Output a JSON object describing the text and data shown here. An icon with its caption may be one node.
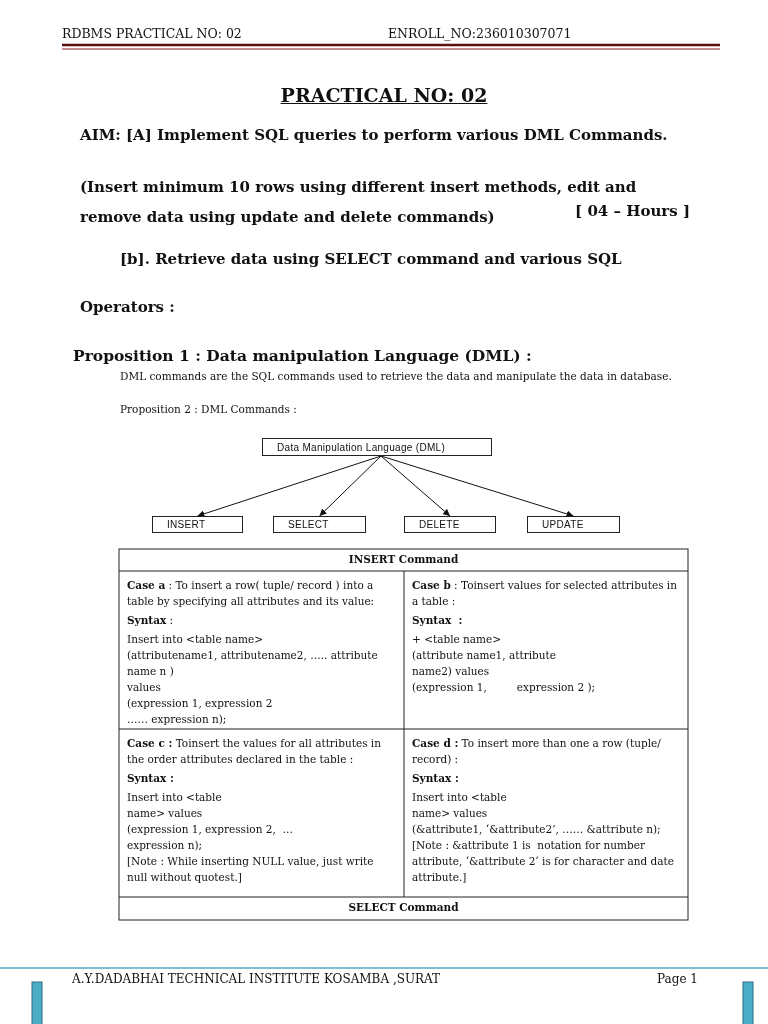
{
  "diagram": {
    "title": "PRACTICAL NO: 02",
    "nodes": [
      {
        "text": [
          "Data Manipulation Language (DML)"
        ]
      },
      {
        "text": [
          "INSERT"
        ]
      },
      {
        "text": [
          "SELECT"
        ]
      },
      {
        "text": [
          "DELETE"
        ]
      },
      {
        "text": [
          "UPDATE"
        ]
      }
    ],
    "edges": [
      {
        "from": 0,
        "to": 1,
        "arrow": "to"
      },
      {
        "from": 0,
        "to": 2,
        "arrow": "to"
      },
      {
        "from": 0,
        "to": 3,
        "arrow": "to"
      },
      {
        "from": 0,
        "to": 4,
        "arrow": "to"
      }
    ],
    "labels": [
      "RDBMS PRACTICAL NO: 02",
      "ENROLL_NO:236010307071",
      "AIM: [A] Implement SQL queries to perform various DML Commands.",
      "(Insert minimum 10 rows using different insert methods, edit and remove data using update and delete commands)",
      "[ 04 – Hours ]",
      "[b]. Retrieve data using SELECT command and various SQL",
      "Operators :",
      "Proposition 1 : Data manipulation Language (DML) :",
      "DML commands are the SQL commands used to retrieve the data and manipulate the data in database.",
      "Proposition 2 : DML Commands :",
      "INSERT Command",
      "**Case a** : To insert a row( tuple/ record ) into a table by specifying all attributes and its value:",
      "**Syntax** :",
      "Insert into <table name>",
      "(attributename1, attributename2, ….. attribute name n )",
      "values",
      "(expression 1, expression 2",
      "…… expression n);",
      "**Case b** : Toinsert values for selected attributes in a table :",
      "**Syntax  :**",
      "+ <table name>",
      "(attribute name1, attribute",
      "name2) values",
      "(expression 1,         expression 2 );",
      "**Case c :** Toinsert the values for all attributes in the order attributes declared in the table :",
      "Syntax :",
      "Insert into <table",
      "name> values",
      "(expression 1, expression 2,  …",
      "expression n);",
      "[Note : While inserting NULL value, just write null without quotest.]",
      "**Case d :** To insert more than one a row (tuple/ record) :",
      "Syntax :",
      "Insert into <table",
      "name> values",
      "(&attribute1, ‘&attribute2’, …… &attribute n);",
      "[Note : &attribute 1 is  notation for number attribute, ‘&attribute 2‘ is for character and date attribute.]",
      "SELECT Command",
      "A.Y.DADABHAI TECHNICAL INSTITUTE KOSAMBA ,SURAT",
      "Page 1"
    ]
  }
}
